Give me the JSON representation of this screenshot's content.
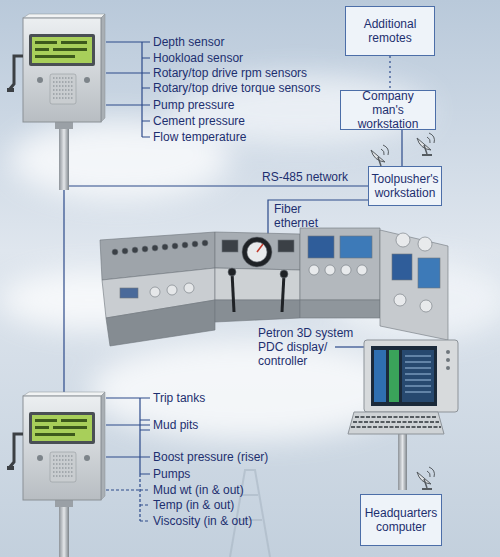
{
  "diagram": {
    "nodes": [
      {
        "text": [
          "Additional remotes"
        ]
      },
      {
        "text": [
          "Company man's workstation"
        ]
      },
      {
        "text": [
          "Toolpusher's workstation"
        ]
      },
      {
        "text": [
          "Headquarters computer"
        ]
      }
    ],
    "edges": [
      {
        "from": 0,
        "to": 1,
        "arrow": "none"
      },
      {
        "from": 1,
        "to": 2,
        "arrow": "none"
      }
    ],
    "labels": [
      "Depth sensor",
      "Hookload sensor",
      "Rotary/top drive rpm sensors",
      "Rotary/top drive torque sensors",
      "Pump pressure",
      "Cement pressure",
      "Flow temperature",
      "RS-485 network",
      "Fiber ethernet",
      "Petron 3D system PDC display/ controller",
      "Trip tanks",
      "Mud pits",
      "Boost pressure (riser)",
      "Pumps",
      "Mud wt (in & out)",
      "Temp (in & out)",
      "Viscosity (in & out)"
    ]
  }
}
